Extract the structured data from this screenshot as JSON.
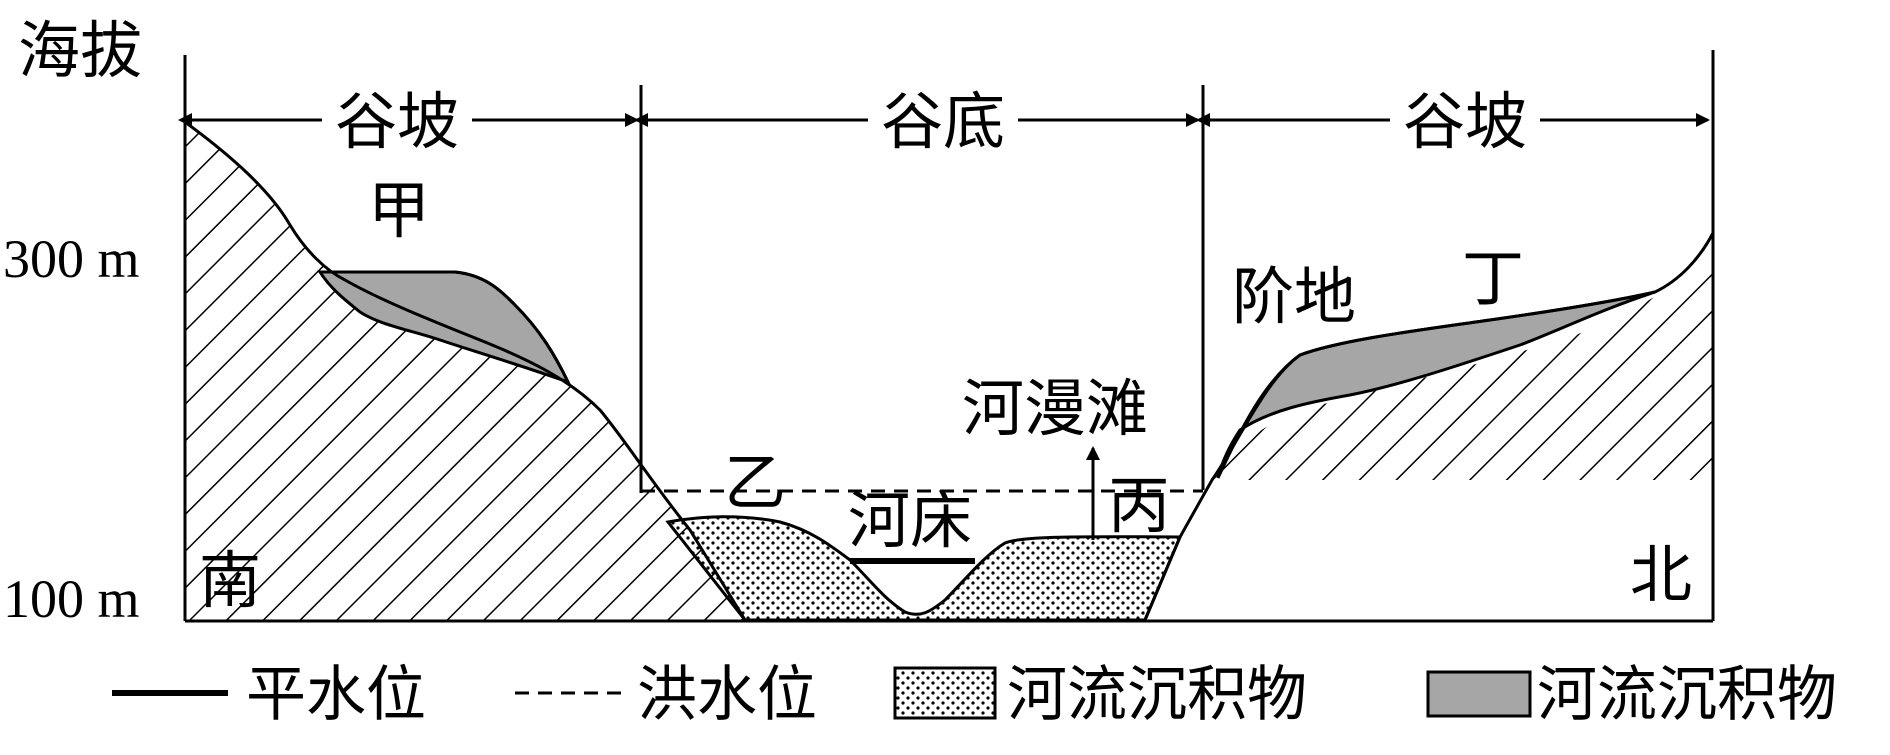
{
  "axis": {
    "y_title": "海拔",
    "ticks": [
      "300 m",
      "100 m"
    ]
  },
  "sections": {
    "left_slope": "谷坡",
    "valley_floor": "谷底",
    "right_slope": "谷坡"
  },
  "labels": {
    "jia": "甲",
    "yi": "乙",
    "bing": "丙",
    "ding": "丁",
    "terrace": "阶地",
    "floodplain": "河漫滩",
    "riverbed": "河床",
    "south": "南",
    "north": "北"
  },
  "legend": {
    "normal_water": "平水位",
    "flood_water": "洪水位",
    "dotted_deposit": "河流沉积物",
    "gray_deposit": "河流沉积物"
  },
  "colors": {
    "gray_deposit": "#a6a6a6",
    "line": "#000000",
    "background": "#ffffff"
  }
}
